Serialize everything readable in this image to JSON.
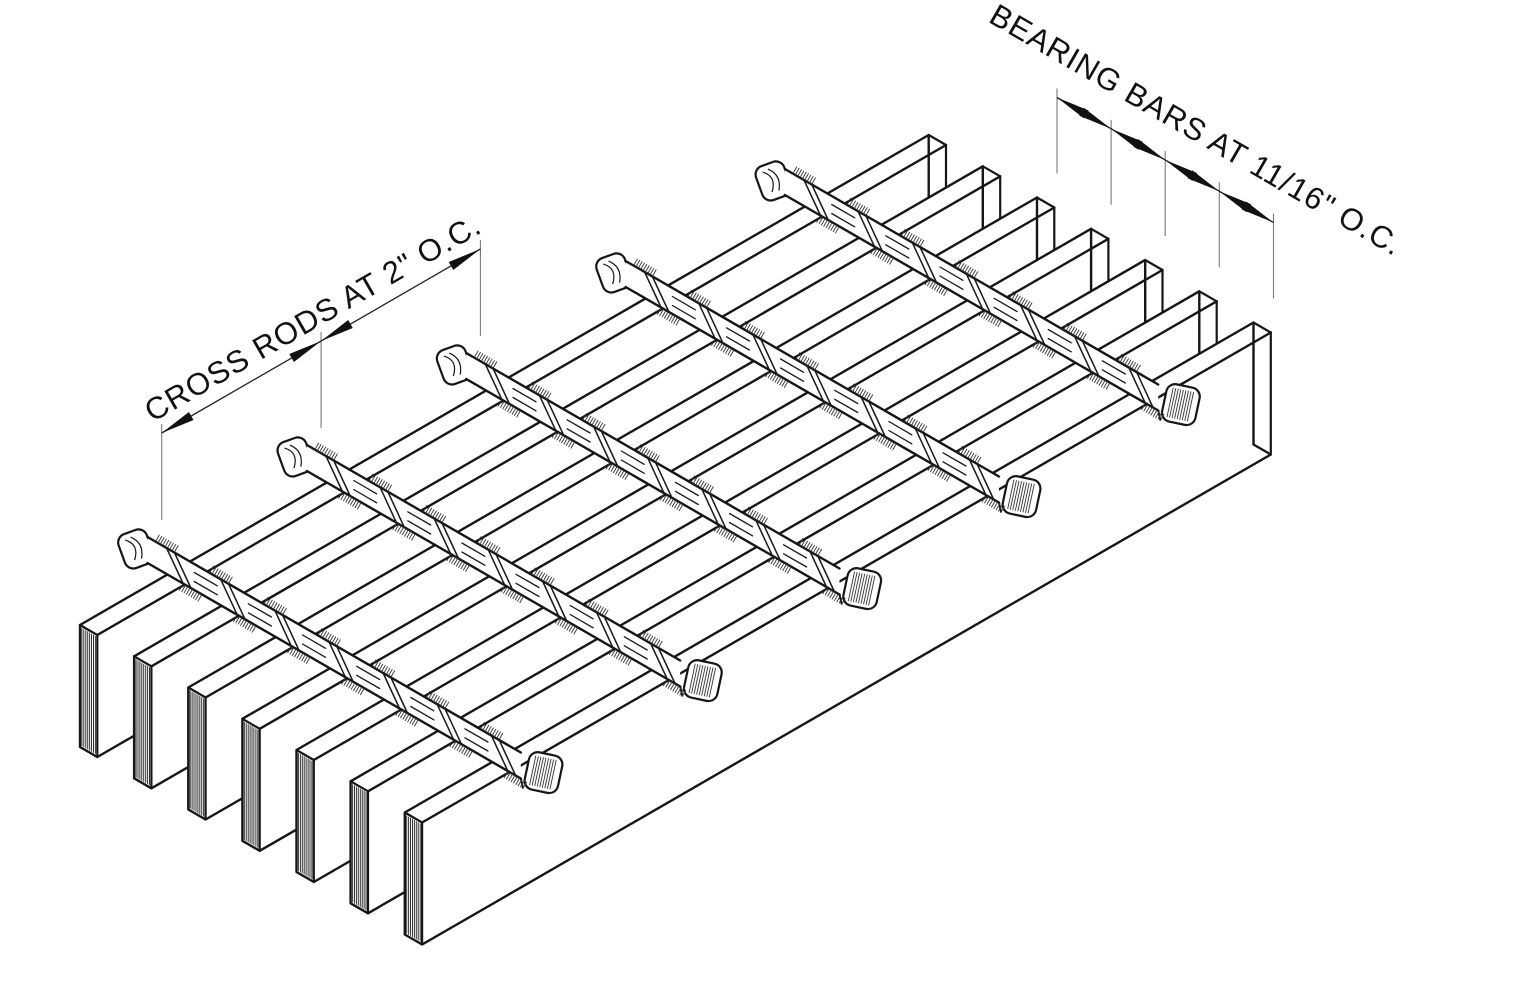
{
  "drawing": {
    "type": "isometric grating detail",
    "background": "#ffffff"
  },
  "annotations": {
    "cross_rods_dim": {
      "label": "CROSS RODS AT 2\" O.C.",
      "spacing_value": "2\"",
      "extension_line_count": 3,
      "rotation_deg": -30
    },
    "bearing_bars_dim": {
      "label": "BEARING BARS AT 11/16\" O.C.",
      "spacing_value": "11/16\"",
      "extension_line_count": 5,
      "rotation_deg": 30
    }
  },
  "structure": {
    "bearing_bars": {
      "count": 7
    },
    "cross_rods": {
      "count": 5
    }
  },
  "colors": {
    "line": "#161616",
    "hatch": "#333333",
    "dim_line": "#222222",
    "ext_line": "#7a7a7a",
    "arrow": "#111111",
    "text": "#111111",
    "fill": "#ffffff"
  }
}
